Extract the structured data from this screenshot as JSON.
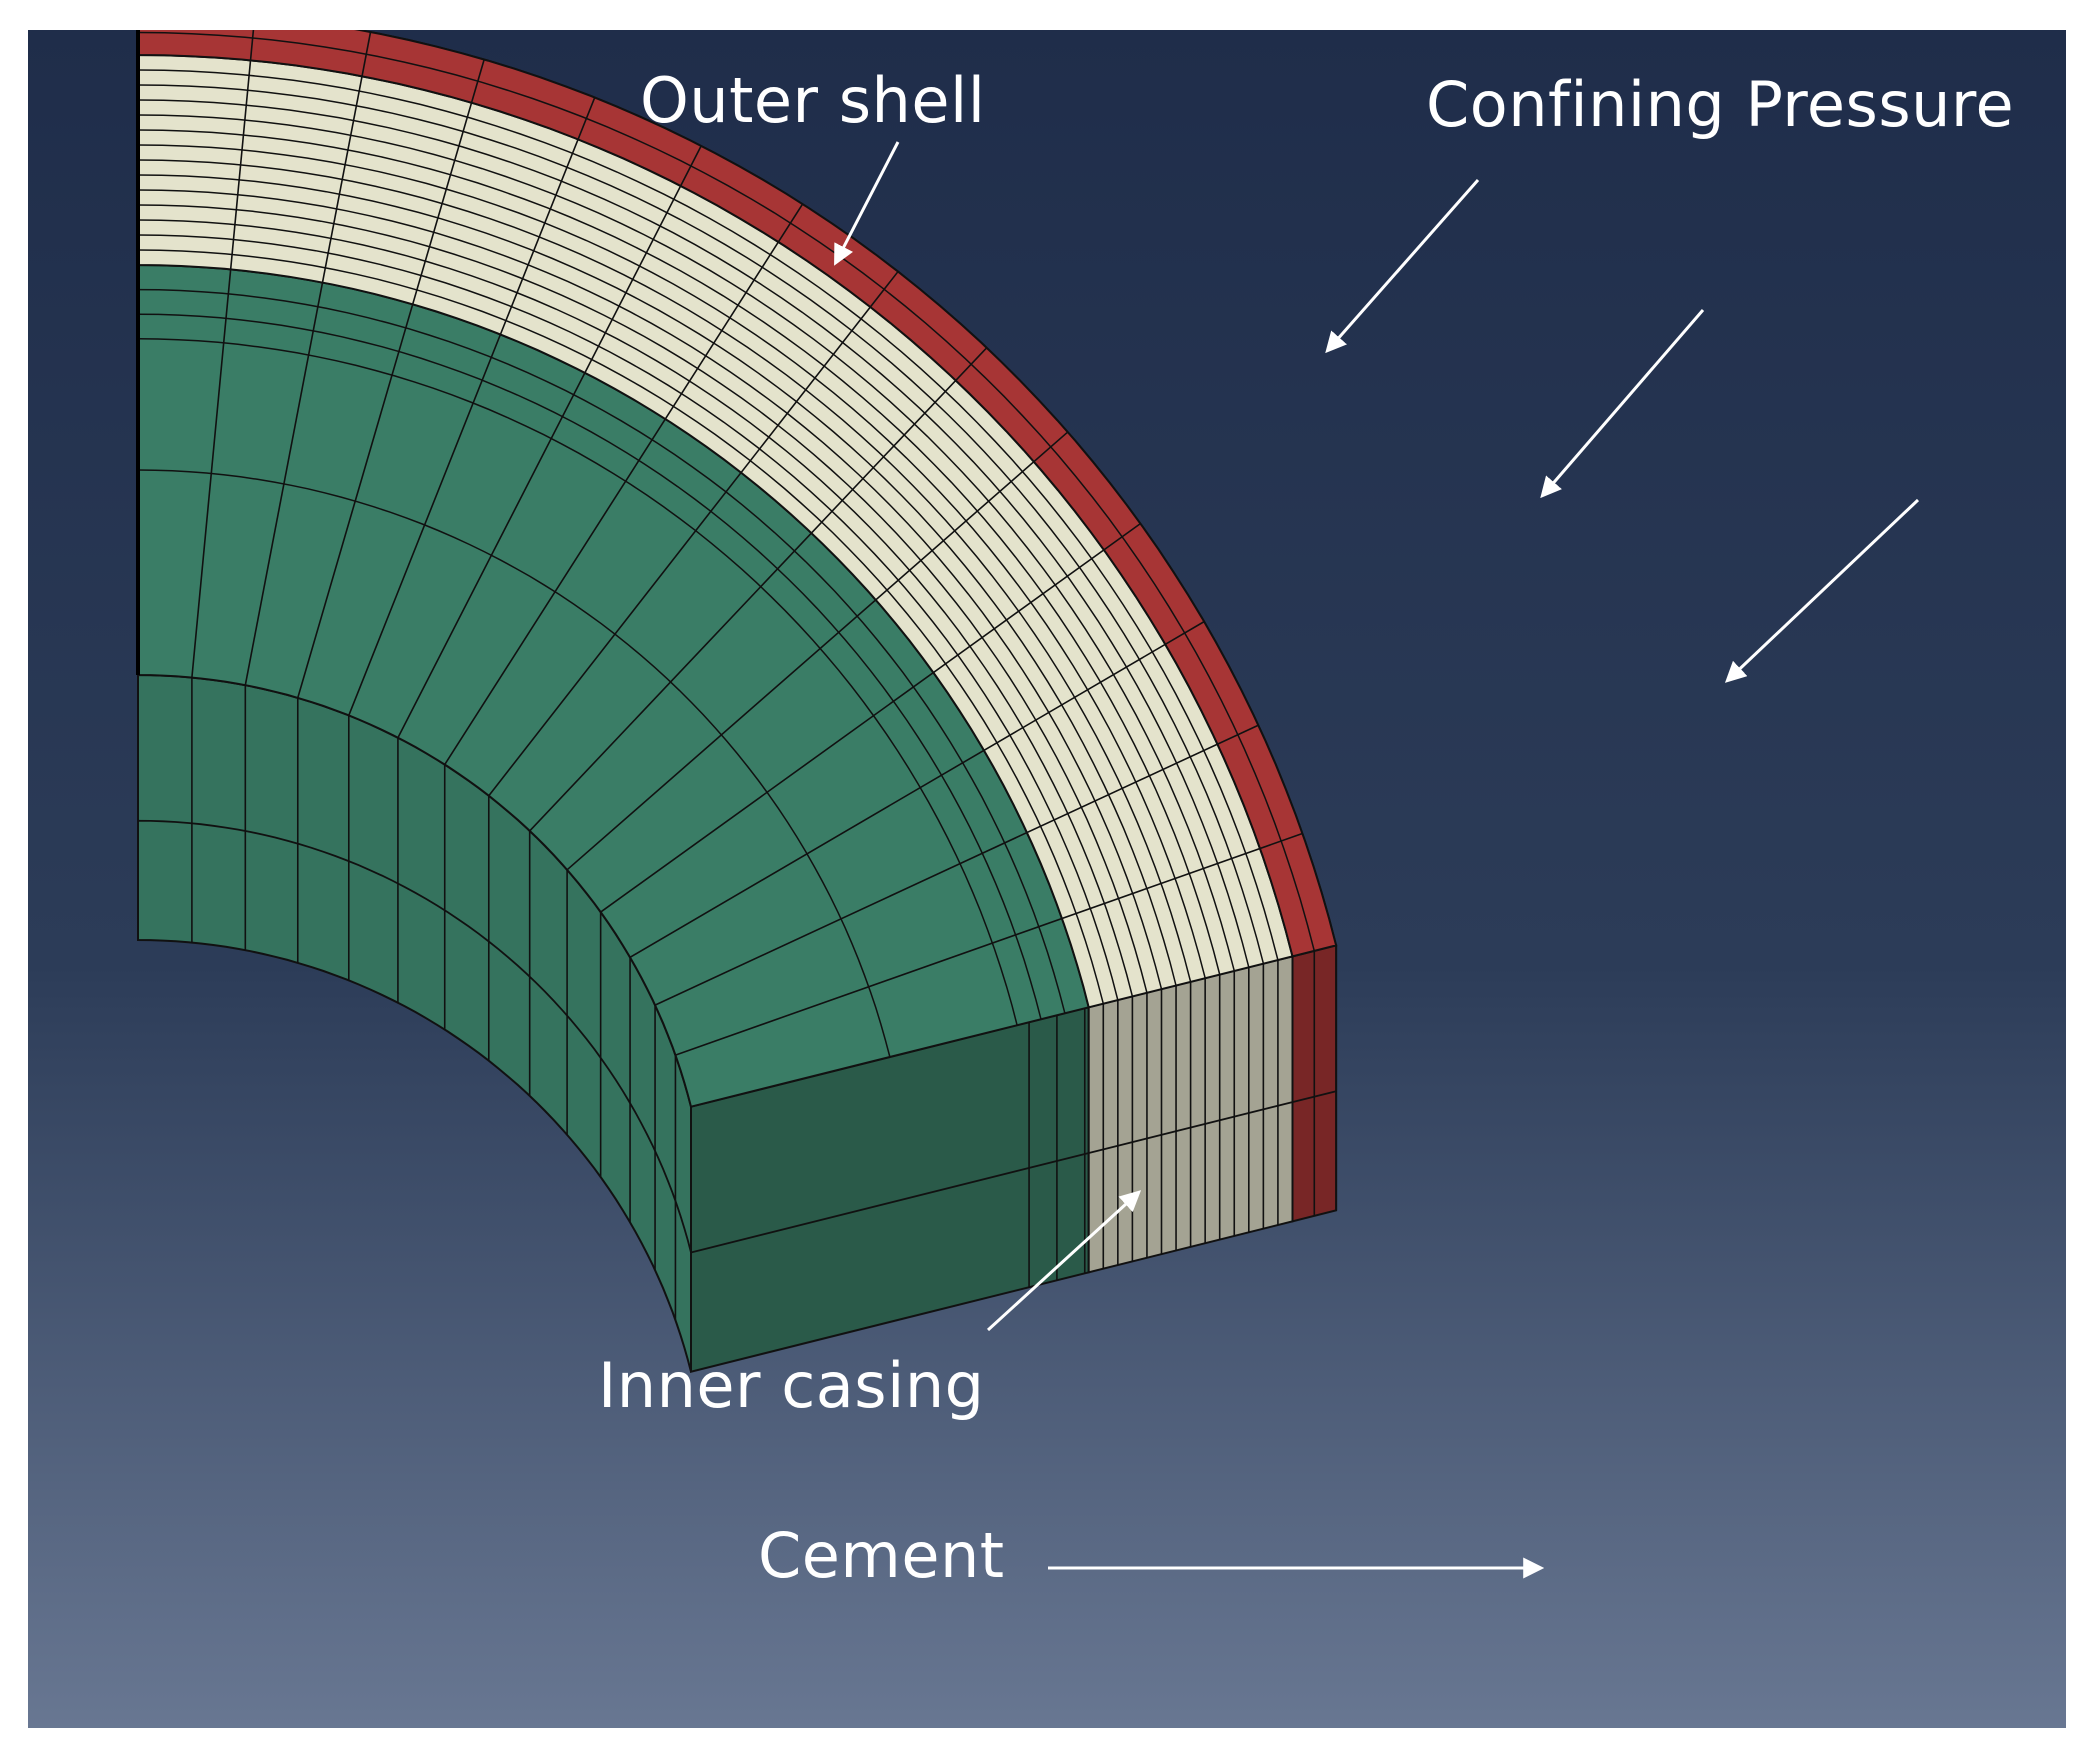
{
  "labels": {
    "outer_shell": "Outer shell",
    "confining_pressure": "Confining Pressure",
    "inner_casing": "Inner casing",
    "cement": "Cement"
  },
  "colors": {
    "background_top": "#1f2d4a",
    "background_bottom": "#687792",
    "outer_shell": "#a73535",
    "cement": "#e4e3cc",
    "inner_casing": "#3a7d66",
    "mesh_line": "#111111",
    "annotation": "#ffffff"
  }
}
